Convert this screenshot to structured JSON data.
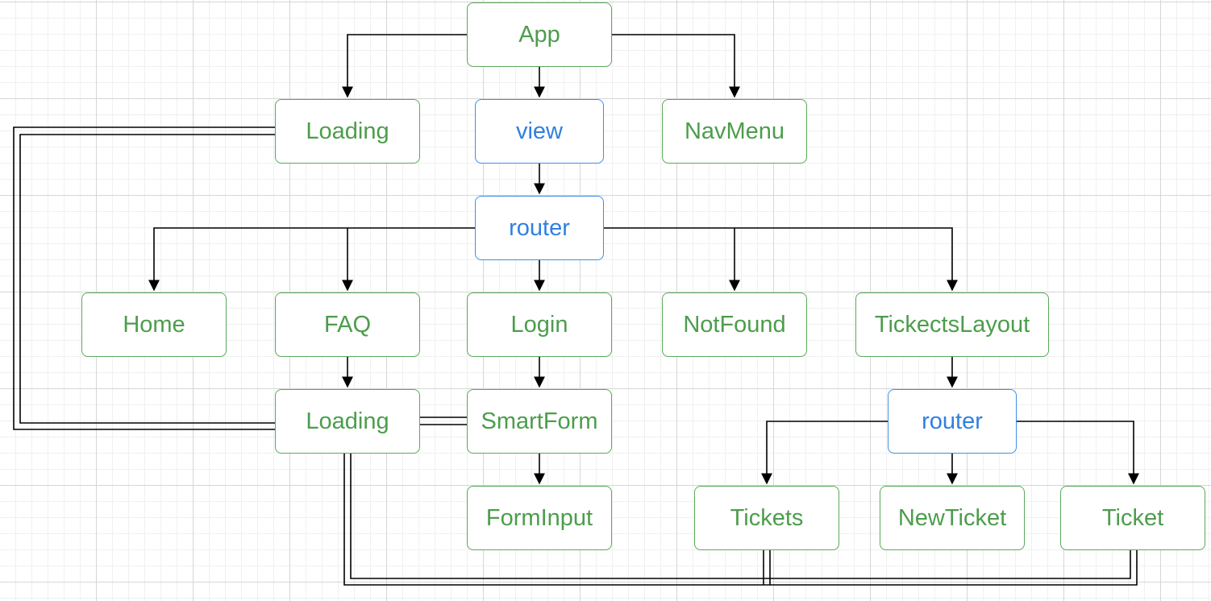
{
  "colors": {
    "component_border": "#5aa85a",
    "component_text": "#4c9d4c",
    "routing_border": "#3d8fe6",
    "routing_text": "#2f80e0",
    "edge": "#000000"
  },
  "nodes": {
    "app": "App",
    "loading_top": "Loading",
    "view": "view",
    "navmenu": "NavMenu",
    "router_main": "router",
    "home": "Home",
    "faq": "FAQ",
    "login": "Login",
    "notfound": "NotFound",
    "tickets_layout": "TickectsLayout",
    "loading_mid": "Loading",
    "smartform": "SmartForm",
    "router_tickets": "router",
    "forminput": "FormInput",
    "tickets": "Tickets",
    "newticket": "NewTicket",
    "ticket": "Ticket"
  },
  "edges": [
    {
      "from": "App",
      "to": "Loading",
      "style": "arrow"
    },
    {
      "from": "App",
      "to": "view",
      "style": "arrow"
    },
    {
      "from": "App",
      "to": "NavMenu",
      "style": "arrow"
    },
    {
      "from": "view",
      "to": "router",
      "style": "arrow"
    },
    {
      "from": "router",
      "to": "Home",
      "style": "arrow"
    },
    {
      "from": "router",
      "to": "FAQ",
      "style": "arrow"
    },
    {
      "from": "router",
      "to": "Login",
      "style": "arrow"
    },
    {
      "from": "router",
      "to": "NotFound",
      "style": "arrow"
    },
    {
      "from": "router",
      "to": "TickectsLayout",
      "style": "arrow"
    },
    {
      "from": "FAQ",
      "to": "Loading",
      "style": "arrow"
    },
    {
      "from": "Login",
      "to": "SmartForm",
      "style": "arrow"
    },
    {
      "from": "SmartForm",
      "to": "FormInput",
      "style": "arrow"
    },
    {
      "from": "TickectsLayout",
      "to": "router",
      "style": "arrow"
    },
    {
      "from": "router",
      "to": "Tickets",
      "style": "arrow"
    },
    {
      "from": "router",
      "to": "NewTicket",
      "style": "arrow"
    },
    {
      "from": "router",
      "to": "Ticket",
      "style": "arrow"
    },
    {
      "from": "Loading",
      "to": "Loading",
      "style": "double-line"
    },
    {
      "from": "Loading",
      "to": "SmartForm",
      "style": "double-line"
    },
    {
      "from": "Loading",
      "to": "Tickets",
      "style": "double-line"
    },
    {
      "from": "Loading",
      "to": "Ticket",
      "style": "double-line"
    }
  ]
}
